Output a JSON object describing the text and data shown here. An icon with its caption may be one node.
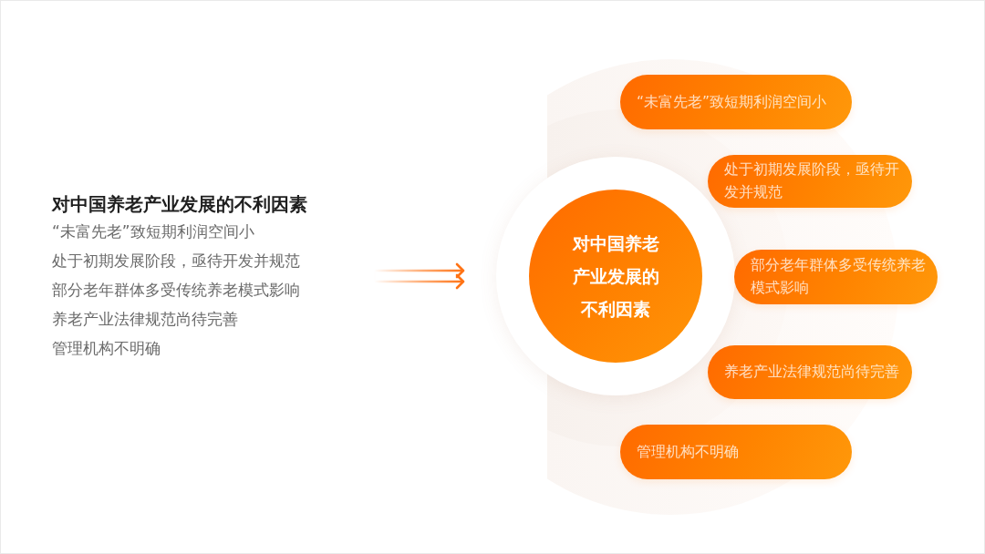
{
  "diagram": {
    "nodes": [
      {
        "text": [
          "对中国养老产业发展的不利因素",
          "“未富先老”致短期利润空间小",
          "处于初期发展阶段，亟待开发并规范",
          "部分老年群体多受传统养老模式影响",
          "养老产业法律规范尚待完善",
          "管理机构不明确"
        ]
      },
      {
        "text": [
          "对中国养老产业发展的不利因素"
        ]
      },
      {
        "text": [
          "“未富先老”致短期利润空间小"
        ]
      },
      {
        "text": [
          "处于初期发展阶段，亟待开发并规范"
        ]
      },
      {
        "text": [
          "部分老年群体多受传统养老模式影响"
        ]
      },
      {
        "text": [
          "养老产业法律规范尚待完善"
        ]
      },
      {
        "text": [
          "管理机构不明确"
        ]
      }
    ],
    "edges": [
      {
        "from": 0,
        "to": 1,
        "arrow": "to"
      }
    ]
  }
}
